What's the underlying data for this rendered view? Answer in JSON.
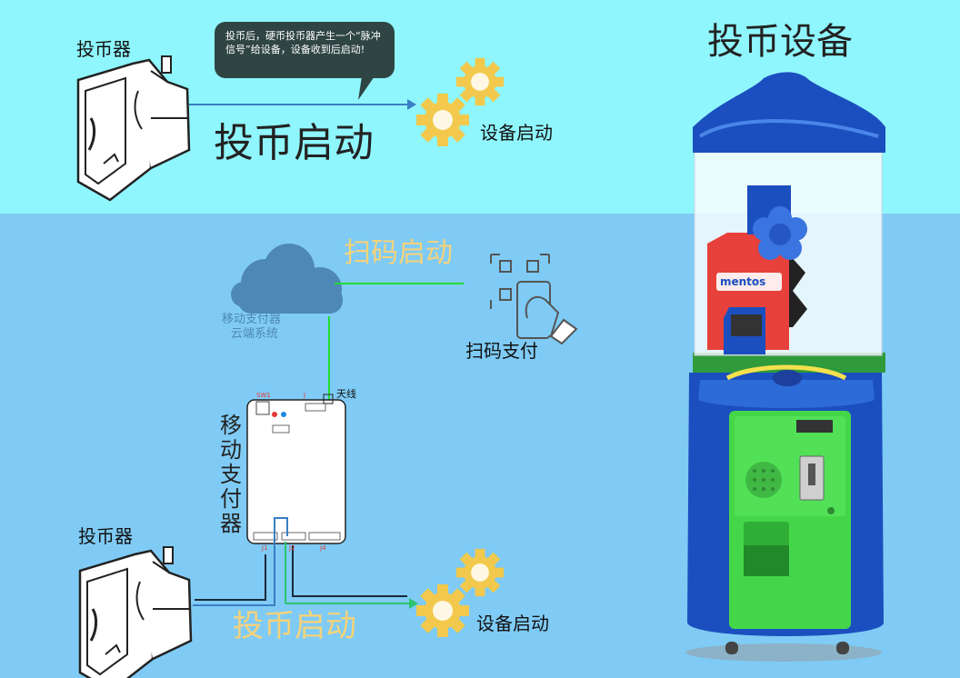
{
  "top": {
    "coin_acceptor_label": "投币器",
    "bubble_text": "投币后，硬币投币器产生一个“脉冲信号”给设备，设备收到后启动!",
    "coin_start_label": "投币启动",
    "device_start_label": "设备启动"
  },
  "machine": {
    "title": "投币设备",
    "brand": "mentos"
  },
  "bottom": {
    "scan_start_label": "扫码启动",
    "cloud_label_line1": "移动支付器",
    "cloud_label_line2": "云端系统",
    "scan_pay_label": "扫码支付",
    "antenna_label": "天线",
    "board_vertical_label": "移动支付器",
    "board_sw_label": "SW1",
    "board_j_label": "J",
    "board_j1_label": "J1",
    "board_j2_label": "J2",
    "board_j4_label": "J4",
    "coin_acceptor_label": "投币器",
    "coin_start_label": "投币启动",
    "device_start_label": "设备启动"
  },
  "colors": {
    "top_band": "#8ff6fd",
    "bottom_band": "#7fcbf5",
    "gear": "#f2c94c",
    "scan_line": "#22dd33",
    "arrow_blue": "#3a7fc4",
    "machine_blue": "#1b4fbf",
    "machine_green": "#44d649",
    "mentos_red": "#e8403a",
    "cloud": "#4d88b8",
    "bubble": "#2f4543"
  }
}
